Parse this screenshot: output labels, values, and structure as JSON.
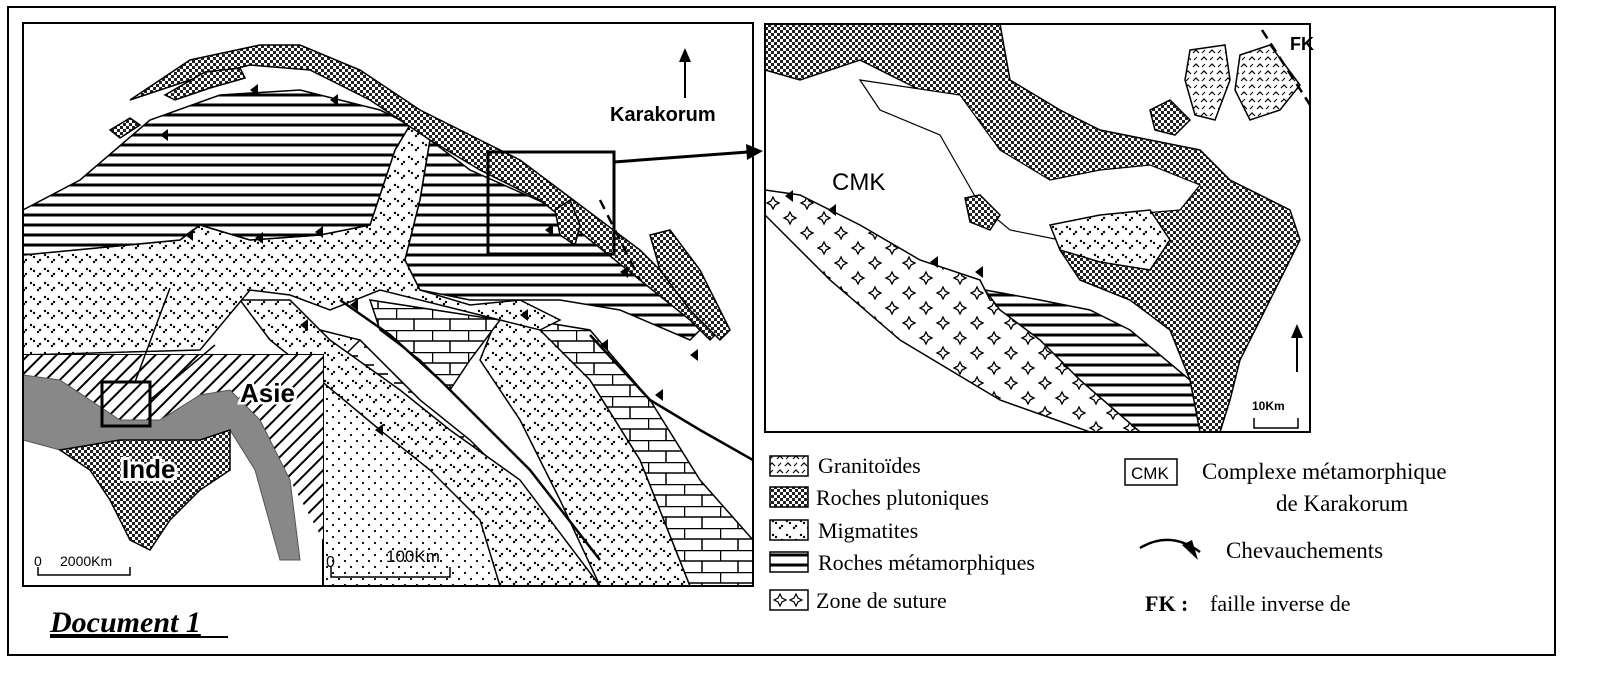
{
  "map": {
    "north_label": "Karakorum",
    "inset_label_asia": "Asie",
    "inset_label_india": "Inde",
    "scale_main_zero": "0",
    "scale_main_value": "100Km",
    "scale_inset_zero": "0",
    "scale_inset_value": "2000Km"
  },
  "detail": {
    "label_cmk": "CMK",
    "label_fk": "FK",
    "scale_value": "10Km"
  },
  "legend": {
    "items": [
      {
        "symbol": "granitoid-pattern",
        "label": "Granitoïdes"
      },
      {
        "symbol": "plutonic-pattern",
        "label": "Roches plutoniques"
      },
      {
        "symbol": "migmatite-pattern",
        "label": "Migmatites"
      },
      {
        "symbol": "metamorphic-pattern",
        "label": "Roches métamorphiques"
      },
      {
        "symbol": "suture-pattern",
        "label": "Zone de suture"
      }
    ],
    "cmk_box": "CMK",
    "cmk_line1": "Complexe métamorphique",
    "cmk_line2": "de Karakorum",
    "thrust_label": "Chevauchements",
    "fk_key": "FK :",
    "fk_text": "faille inverse de"
  },
  "caption": "Document 1"
}
